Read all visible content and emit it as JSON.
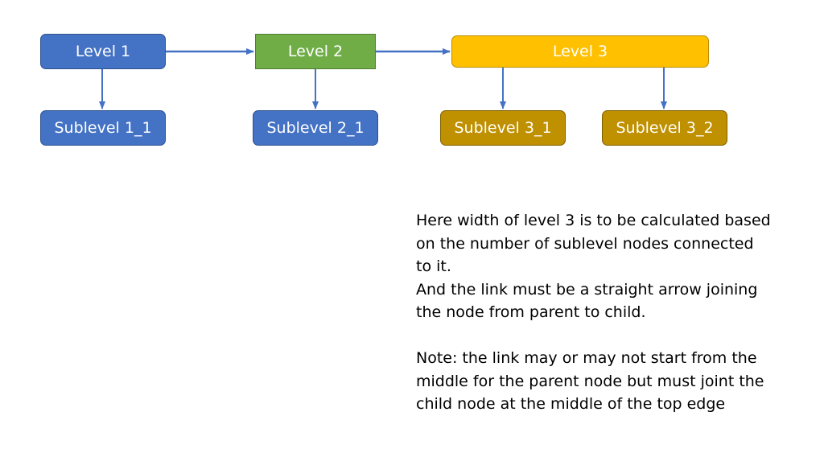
{
  "nodes": {
    "level1": "Level 1",
    "level2": "Level 2",
    "level3": "Level 3",
    "sublevel1_1": "Sublevel 1_1",
    "sublevel2_1": "Sublevel 2_1",
    "sublevel3_1": "Sublevel 3_1",
    "sublevel3_2": "Sublevel 3_2"
  },
  "note": {
    "lines": [
      "Here width of level 3 is to be calculated based",
      "on the number of sublevel nodes connected",
      "to it.",
      "And the link must be a straight arrow joining",
      "the node from parent to child.",
      "",
      "Note: the link may or may not start from the",
      "middle for the parent node but must joint the",
      "child node at the middle of the top edge"
    ]
  },
  "colors": {
    "level_blue": "#4472c4",
    "level_green": "#70ad47",
    "level_yellow": "#ffc000",
    "sublevel_gold": "#bf9000",
    "arrow": "#4472c4"
  }
}
